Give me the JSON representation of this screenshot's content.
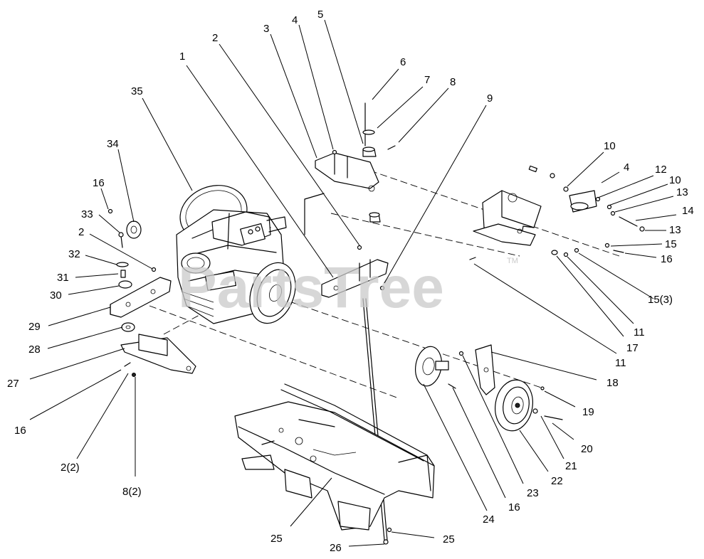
{
  "watermark": {
    "text": "PartsTree",
    "trademark": "TM"
  },
  "callouts": [
    {
      "id": "c1",
      "label": "1"
    },
    {
      "id": "c2a",
      "label": "2"
    },
    {
      "id": "c3",
      "label": "3"
    },
    {
      "id": "c4a",
      "label": "4"
    },
    {
      "id": "c5",
      "label": "5"
    },
    {
      "id": "c6",
      "label": "6"
    },
    {
      "id": "c7",
      "label": "7"
    },
    {
      "id": "c8a",
      "label": "8"
    },
    {
      "id": "c9",
      "label": "9"
    },
    {
      "id": "c10a",
      "label": "10"
    },
    {
      "id": "c4b",
      "label": "4"
    },
    {
      "id": "c12",
      "label": "12"
    },
    {
      "id": "c10b",
      "label": "10"
    },
    {
      "id": "c13a",
      "label": "13"
    },
    {
      "id": "c14",
      "label": "14"
    },
    {
      "id": "c13b",
      "label": "13"
    },
    {
      "id": "c15a",
      "label": "15"
    },
    {
      "id": "c16a",
      "label": "16"
    },
    {
      "id": "c15b",
      "label": "15(3)"
    },
    {
      "id": "c11a",
      "label": "11"
    },
    {
      "id": "c17",
      "label": "17"
    },
    {
      "id": "c11b",
      "label": "11"
    },
    {
      "id": "c18",
      "label": "18"
    },
    {
      "id": "c19",
      "label": "19"
    },
    {
      "id": "c20",
      "label": "20"
    },
    {
      "id": "c21",
      "label": "21"
    },
    {
      "id": "c22",
      "label": "22"
    },
    {
      "id": "c23",
      "label": "23"
    },
    {
      "id": "c16b",
      "label": "16"
    },
    {
      "id": "c24",
      "label": "24"
    },
    {
      "id": "c25a",
      "label": "25"
    },
    {
      "id": "c25b",
      "label": "25"
    },
    {
      "id": "c26",
      "label": "26"
    },
    {
      "id": "c8b",
      "label": "8(2)"
    },
    {
      "id": "c2b",
      "label": "2(2)"
    },
    {
      "id": "c16c",
      "label": "16"
    },
    {
      "id": "c27",
      "label": "27"
    },
    {
      "id": "c28",
      "label": "28"
    },
    {
      "id": "c29",
      "label": "29"
    },
    {
      "id": "c30",
      "label": "30"
    },
    {
      "id": "c31",
      "label": "31"
    },
    {
      "id": "c32",
      "label": "32"
    },
    {
      "id": "c2c",
      "label": "2"
    },
    {
      "id": "c33",
      "label": "33"
    },
    {
      "id": "c16d",
      "label": "16"
    },
    {
      "id": "c34",
      "label": "34"
    },
    {
      "id": "c35",
      "label": "35"
    }
  ]
}
